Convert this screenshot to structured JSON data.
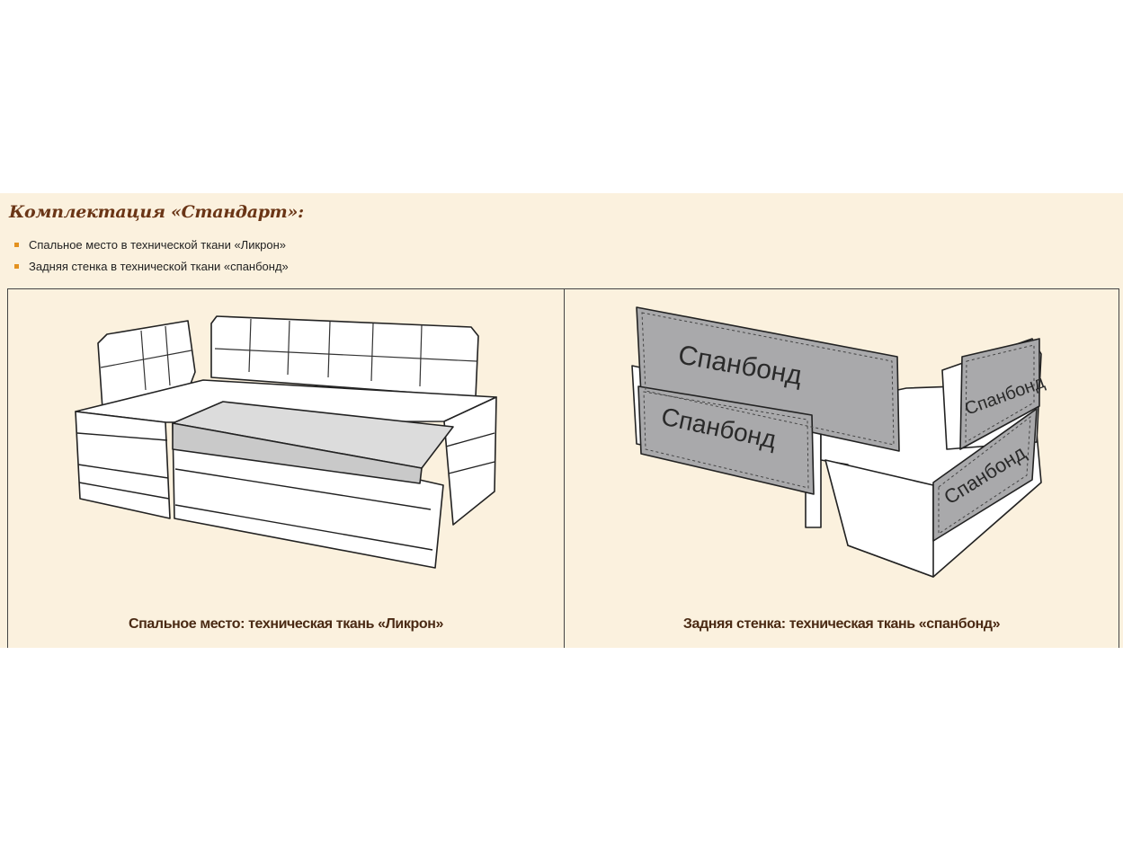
{
  "heading": "Комплектация «Стандарт»:",
  "features": [
    "Спальное место в технической ткани «Ликрон»",
    "Задняя стенка в технической ткани «спанбонд»"
  ],
  "figures": [
    {
      "caption": "Спальное место: техническая ткань «Ликрон»"
    },
    {
      "caption": "Задняя стенка: техническая ткань «спанбонд»",
      "panel_labels": [
        "Спанбонд",
        "Спанбонд",
        "Спанбонд",
        "Спанбонд"
      ]
    }
  ],
  "colors": {
    "panel_background": "#fbf1de",
    "heading": "#6a3516",
    "bullet": "#e3911f",
    "spanbond_panel": "#a9a9ab"
  }
}
